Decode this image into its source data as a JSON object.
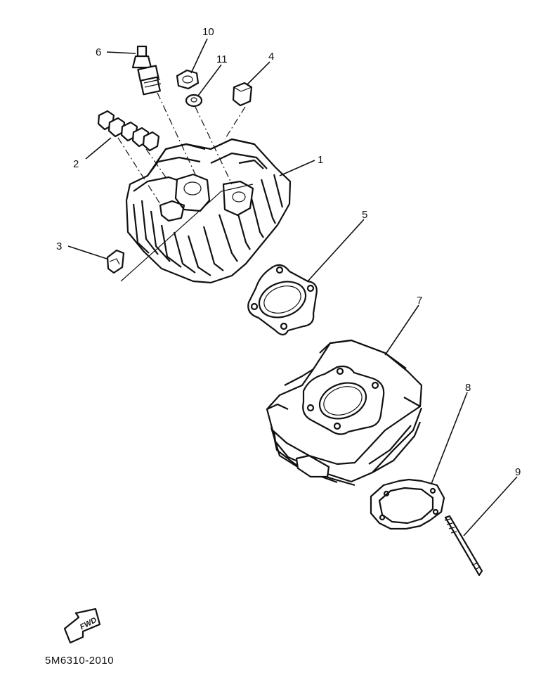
{
  "diagram": {
    "labels": [
      {
        "id": "1",
        "text": "1"
      },
      {
        "id": "2",
        "text": "2"
      },
      {
        "id": "3",
        "text": "3"
      },
      {
        "id": "4",
        "text": "4"
      },
      {
        "id": "5",
        "text": "5"
      },
      {
        "id": "6",
        "text": "6"
      },
      {
        "id": "7",
        "text": "7"
      },
      {
        "id": "8",
        "text": "8"
      },
      {
        "id": "9",
        "text": "9"
      },
      {
        "id": "10",
        "text": "10"
      },
      {
        "id": "11",
        "text": "11"
      }
    ],
    "fwd_marker": "FWD",
    "drawing_code": "5M6310-2010"
  }
}
